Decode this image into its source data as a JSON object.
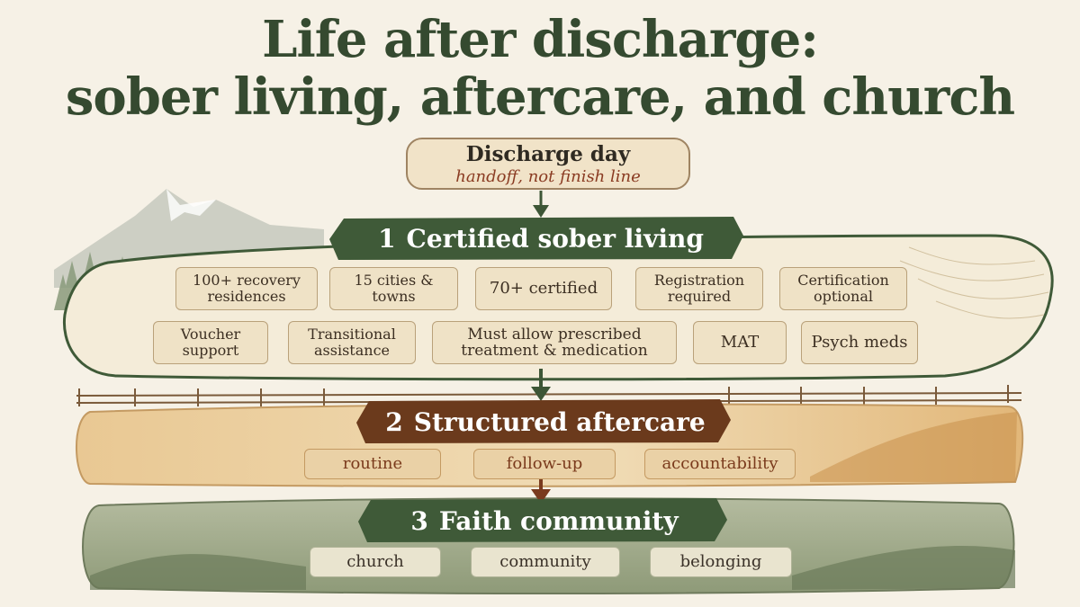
{
  "title": {
    "line1": "Life after discharge:",
    "line2": "sober living, aftercare, and church"
  },
  "discharge": {
    "label": "Discharge day",
    "sublabel": "handoff, not finish line"
  },
  "stages": [
    {
      "number": "1",
      "title": "Certified sober living",
      "items": [
        "100+ recovery residences",
        "15 cities & towns",
        "70+ certified",
        "Registration required",
        "Certification optional",
        "Voucher support",
        "Transitional assistance",
        "Must allow prescribed treatment & medication",
        "MAT",
        "Psych meds"
      ]
    },
    {
      "number": "2",
      "title": "Structured aftercare",
      "items": [
        "routine",
        "follow-up",
        "accountability"
      ]
    },
    {
      "number": "3",
      "title": "Faith community",
      "items": [
        "church",
        "community",
        "belonging"
      ]
    }
  ],
  "colors": {
    "title": "#354a30",
    "banner_green": "#3f5a38",
    "banner_brown": "#6b3a1c",
    "band_cream": "#f4ecd9",
    "band_ochre": "#e6c58f",
    "band_sage": "#a3ad8e",
    "arrow_green": "#3d5636",
    "arrow_brown": "#7a3a1e",
    "accent_text": "#8a3b22"
  },
  "icons": [
    "mountain-icon",
    "forest-icon",
    "fence-icon",
    "hills-icon",
    "arrow-down-icon"
  ]
}
